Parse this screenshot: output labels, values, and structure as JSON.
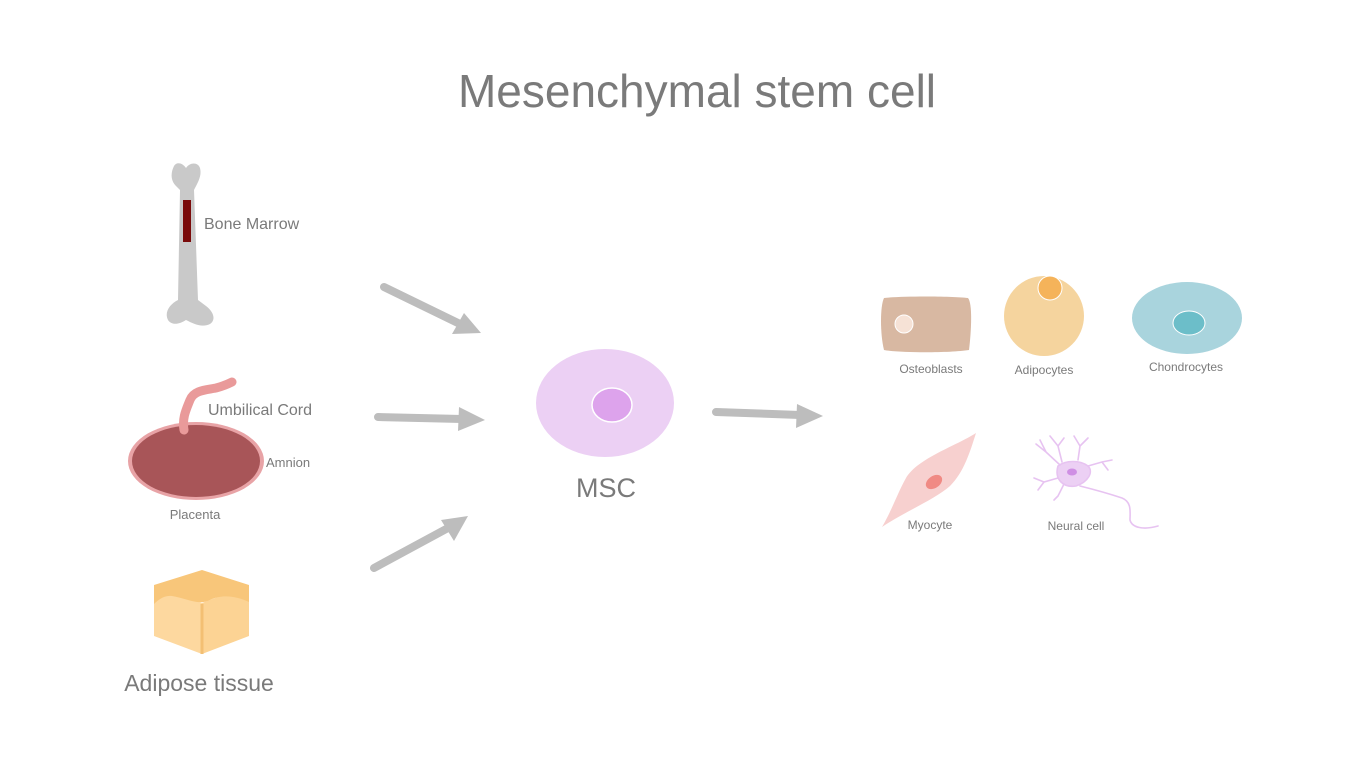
{
  "title": "Mesenchymal stem cell",
  "sources": {
    "bone_marrow": "Bone Marrow",
    "umbilical_cord": "Umbilical Cord",
    "amnion": "Amnion",
    "placenta": "Placenta",
    "adipose": "Adipose tissue"
  },
  "center": {
    "label": "MSC"
  },
  "outcomes": {
    "osteoblasts": "Osteoblasts",
    "adipocytes": "Adipocytes",
    "chondrocytes": "Chondrocytes",
    "myocyte": "Myocyte",
    "neural": "Neural cell"
  },
  "colors": {
    "text": "#7a7a7a",
    "arrow": "#bdbdbd",
    "bone": "#c9c9c9",
    "marrow": "#7a0b0b",
    "placenta": "#a85558",
    "placenta_rim": "#e8a3a6",
    "cord": "#e99a9a",
    "fat_top": "#f8c67a",
    "fat_side": "#fdd89f",
    "msc_body": "#ecd0f4",
    "msc_nucleus": "#dda3ec",
    "osteo_body": "#d8b8a2",
    "osteo_nucleus": "#f6e2d6",
    "adipo_body": "#f5d49e",
    "adipo_nucleus": "#f5b35a",
    "chondro_body": "#a9d4dd",
    "chondro_nucleus": "#6cbec9",
    "myo_body": "#f7d0cf",
    "myo_nucleus": "#f08a84",
    "neural": "#e7c3f1",
    "neural_nucleus": "#cf8fe4"
  }
}
